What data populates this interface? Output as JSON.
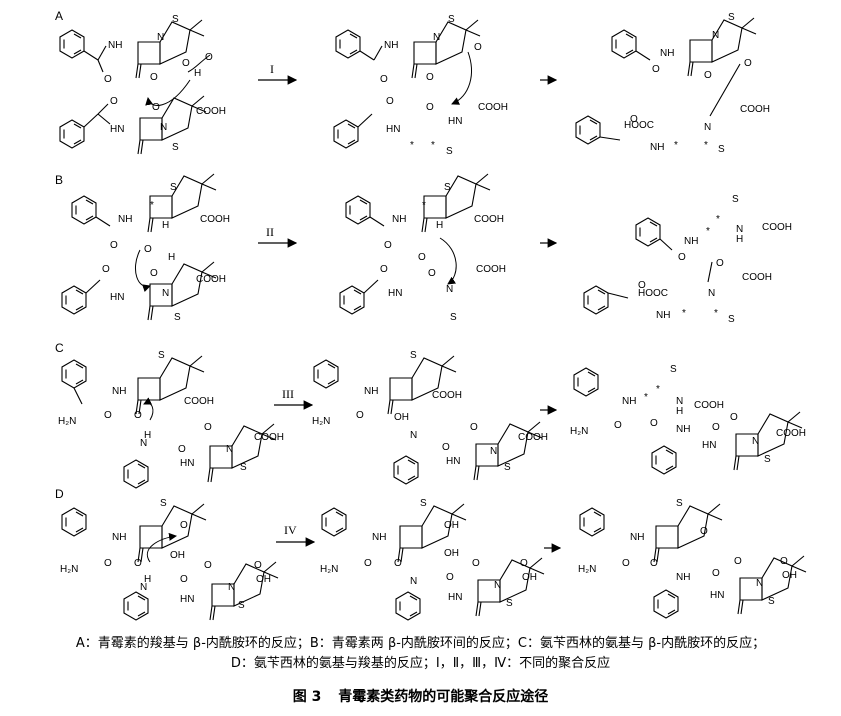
{
  "panels": [
    {
      "label": "A",
      "step": "I"
    },
    {
      "label": "B",
      "step": "II"
    },
    {
      "label": "C",
      "step": "III"
    },
    {
      "label": "D",
      "step": "IV"
    }
  ],
  "atoms": {
    "NH": "NH",
    "HN": "HN",
    "N": "N",
    "S": "S",
    "O": "O",
    "H": "H",
    "OH": "OH",
    "COOH": "COOH",
    "HOOC": "HOOC",
    "H2N": "H₂N",
    "H_N": "H",
    "star": "*"
  },
  "caption": {
    "line1": "A：青霉素的羧基与 β-内酰胺环的反应；B：青霉素两 β-内酰胺环间的反应；C：氨苄西林的氨基与 β-内酰胺环的反应；",
    "line2": "D：氨苄西林的氨基与羧基的反应；Ⅰ，Ⅱ，Ⅲ，Ⅳ：不同的聚合反应"
  },
  "title": {
    "number": "图 3",
    "text": "青霉素类药物的可能聚合反应途径"
  }
}
